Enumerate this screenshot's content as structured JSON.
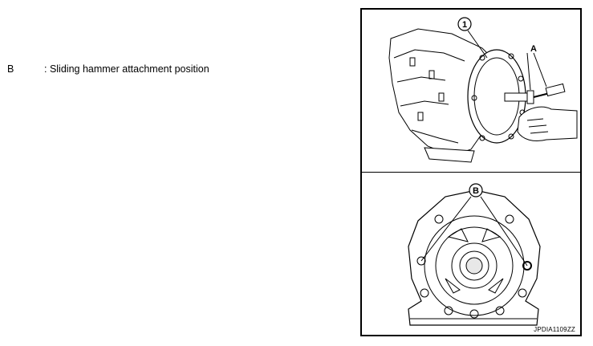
{
  "legend": {
    "key": "B",
    "description": ": Sliding hammer attachment position"
  },
  "figure": {
    "callout_top_number": "1",
    "callout_top_letter": "A",
    "callout_bottom_letter": "B",
    "figure_id": "JPDIA1109ZZ"
  }
}
